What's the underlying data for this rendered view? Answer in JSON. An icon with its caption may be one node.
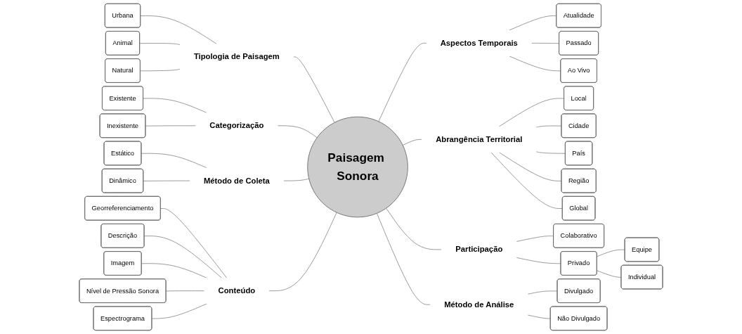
{
  "diagram": {
    "nodes": [
      {
        "text": [
          "Paisagem Sonora"
        ]
      },
      {
        "text": [
          "Tipologia de Paisagem"
        ]
      },
      {
        "text": [
          "Urbana"
        ]
      },
      {
        "text": [
          "Animal"
        ]
      },
      {
        "text": [
          "Natural"
        ]
      },
      {
        "text": [
          "Categorização"
        ]
      },
      {
        "text": [
          "Existente"
        ]
      },
      {
        "text": [
          "Inexistente"
        ]
      },
      {
        "text": [
          "Método de Coleta"
        ]
      },
      {
        "text": [
          "Estático"
        ]
      },
      {
        "text": [
          "Dinâmico"
        ]
      },
      {
        "text": [
          "Conteúdo"
        ]
      },
      {
        "text": [
          "Georreferenciamento"
        ]
      },
      {
        "text": [
          "Descrição"
        ]
      },
      {
        "text": [
          "Imagem"
        ]
      },
      {
        "text": [
          "Nível de Pressão Sonora"
        ]
      },
      {
        "text": [
          "Espectrograma"
        ]
      },
      {
        "text": [
          "Aspectos Temporais"
        ]
      },
      {
        "text": [
          "Atualidade"
        ]
      },
      {
        "text": [
          "Passado"
        ]
      },
      {
        "text": [
          "Ao Vivo"
        ]
      },
      {
        "text": [
          "Abrangência Territorial"
        ]
      },
      {
        "text": [
          "Local"
        ]
      },
      {
        "text": [
          "Cidade"
        ]
      },
      {
        "text": [
          "País"
        ]
      },
      {
        "text": [
          "Região"
        ]
      },
      {
        "text": [
          "Global"
        ]
      },
      {
        "text": [
          "Participação"
        ]
      },
      {
        "text": [
          "Colaborativo"
        ]
      },
      {
        "text": [
          "Privado"
        ]
      },
      {
        "text": [
          "Equipe"
        ]
      },
      {
        "text": [
          "Individual"
        ]
      },
      {
        "text": [
          "Método de Análise"
        ]
      },
      {
        "text": [
          "Divulgado"
        ]
      },
      {
        "text": [
          "Não Divulgado"
        ]
      }
    ],
    "edges": [
      {
        "from": 2,
        "to": 1,
        "arrow": "none"
      },
      {
        "from": 3,
        "to": 1,
        "arrow": "none"
      },
      {
        "from": 4,
        "to": 1,
        "arrow": "none"
      },
      {
        "from": 1,
        "to": 0,
        "arrow": "none"
      },
      {
        "from": 6,
        "to": 5,
        "arrow": "none"
      },
      {
        "from": 7,
        "to": 5,
        "arrow": "none"
      },
      {
        "from": 5,
        "to": 0,
        "arrow": "none"
      },
      {
        "from": 9,
        "to": 8,
        "arrow": "none"
      },
      {
        "from": 10,
        "to": 8,
        "arrow": "none"
      },
      {
        "from": 8,
        "to": 0,
        "arrow": "none"
      },
      {
        "from": 12,
        "to": 11,
        "arrow": "none"
      },
      {
        "from": 13,
        "to": 11,
        "arrow": "none"
      },
      {
        "from": 14,
        "to": 11,
        "arrow": "none"
      },
      {
        "from": 15,
        "to": 11,
        "arrow": "none"
      },
      {
        "from": 16,
        "to": 11,
        "arrow": "none"
      },
      {
        "from": 11,
        "to": 0,
        "arrow": "none"
      },
      {
        "from": 0,
        "to": 17,
        "arrow": "none"
      },
      {
        "from": 17,
        "to": 18,
        "arrow": "none"
      },
      {
        "from": 17,
        "to": 19,
        "arrow": "none"
      },
      {
        "from": 17,
        "to": 20,
        "arrow": "none"
      },
      {
        "from": 0,
        "to": 21,
        "arrow": "none"
      },
      {
        "from": 21,
        "to": 22,
        "arrow": "none"
      },
      {
        "from": 21,
        "to": 23,
        "arrow": "none"
      },
      {
        "from": 21,
        "to": 24,
        "arrow": "none"
      },
      {
        "from": 21,
        "to": 25,
        "arrow": "none"
      },
      {
        "from": 21,
        "to": 26,
        "arrow": "none"
      },
      {
        "from": 0,
        "to": 27,
        "arrow": "none"
      },
      {
        "from": 27,
        "to": 28,
        "arrow": "none"
      },
      {
        "from": 27,
        "to": 29,
        "arrow": "none"
      },
      {
        "from": 29,
        "to": 30,
        "arrow": "none"
      },
      {
        "from": 29,
        "to": 31,
        "arrow": "none"
      },
      {
        "from": 0,
        "to": 32,
        "arrow": "none"
      },
      {
        "from": 32,
        "to": 33,
        "arrow": "none"
      },
      {
        "from": 32,
        "to": 34,
        "arrow": "none"
      }
    ]
  }
}
